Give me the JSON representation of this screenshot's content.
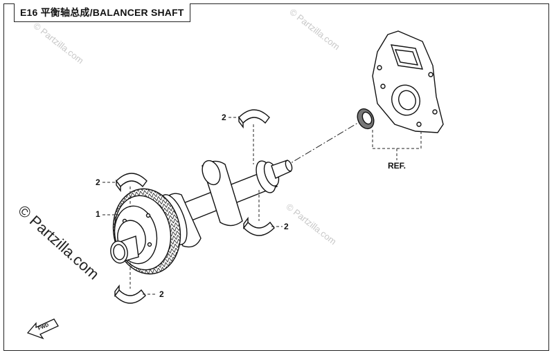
{
  "title": {
    "code": "E16",
    "name": "平衡轴总成/BALANCER SHAFT"
  },
  "watermark": {
    "text": "© Partzilla.com"
  },
  "callouts": {
    "part1": "1",
    "part2": "2",
    "ref": "REF."
  },
  "direction_arrow": {
    "label": "FWD"
  }
}
